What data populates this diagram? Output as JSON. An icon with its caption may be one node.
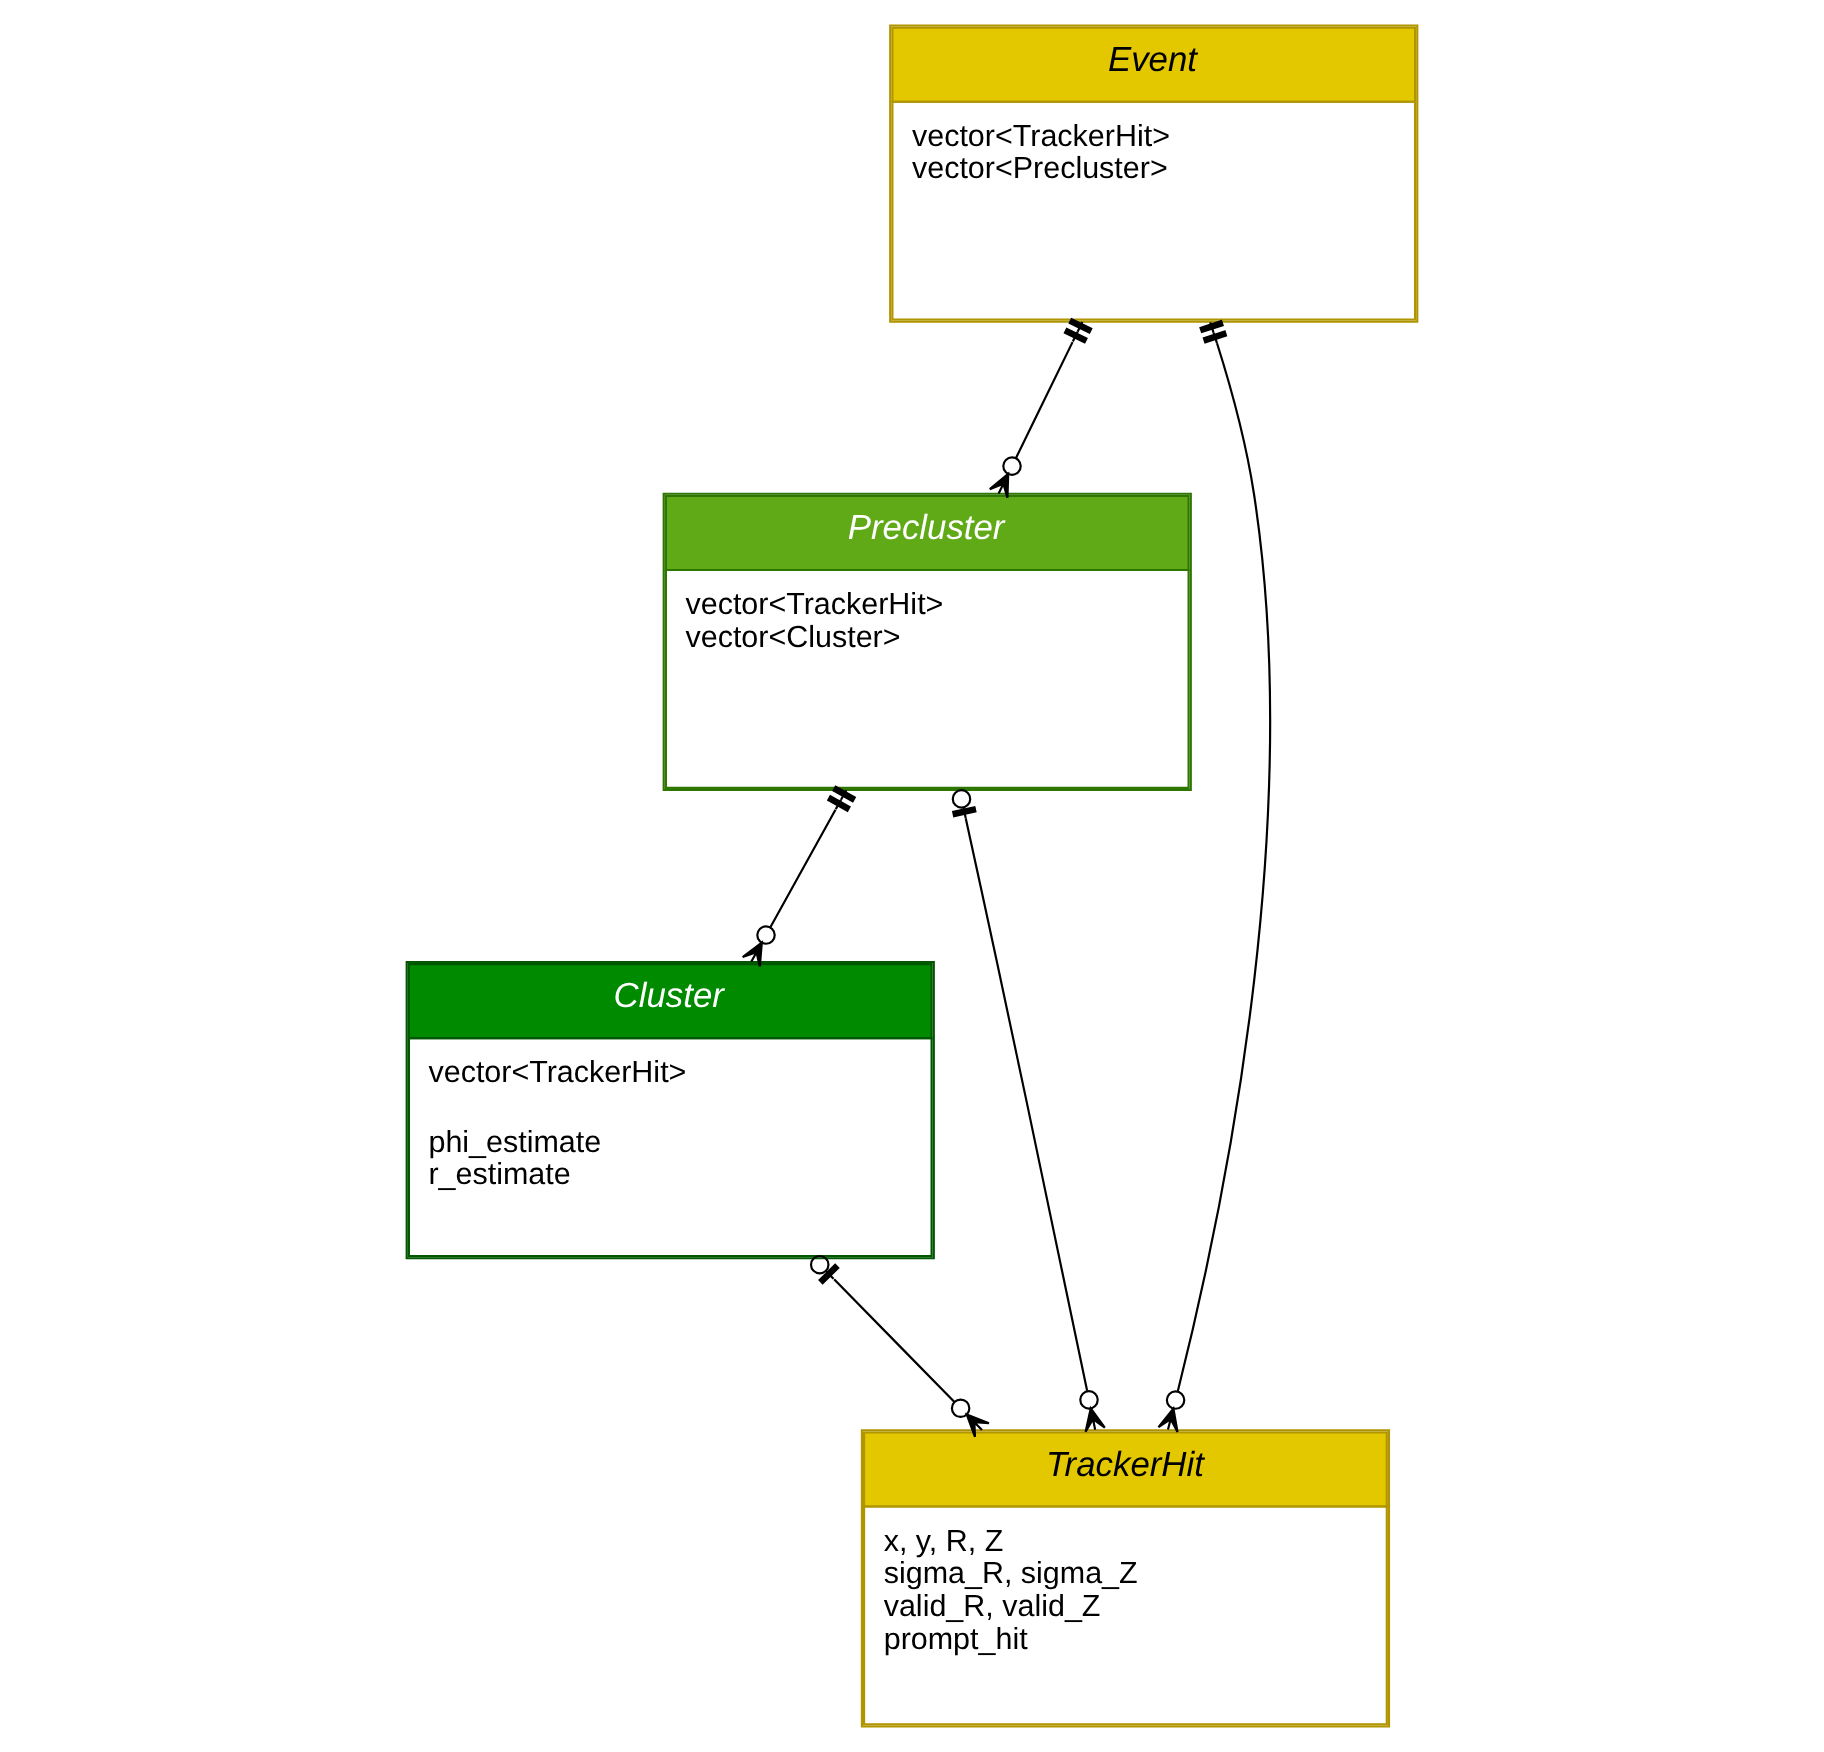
{
  "diagram": {
    "nodes": [
      {
        "text": [
          "Event",
          "vector<TrackerHit> vector<Precluster>"
        ]
      },
      {
        "text": [
          "Precluster",
          "vector<TrackerHit> vector<Cluster>"
        ]
      },
      {
        "text": [
          "Cluster",
          "vector<TrackerHit>",
          "phi_estimate r_estimate"
        ]
      },
      {
        "text": [
          "TrackerHit",
          "x, y, R, Z sigma_R, sigma_Z valid_R, valid_Z prompt_hit"
        ]
      }
    ],
    "edges": [
      {
        "from": 0,
        "to": 1,
        "arrow": "other"
      },
      {
        "from": 0,
        "to": 3,
        "arrow": "other"
      },
      {
        "from": 1,
        "to": 2,
        "arrow": "other"
      },
      {
        "from": 1,
        "to": 3,
        "arrow": "other"
      },
      {
        "from": 2,
        "to": 3,
        "arrow": "other"
      }
    ]
  }
}
